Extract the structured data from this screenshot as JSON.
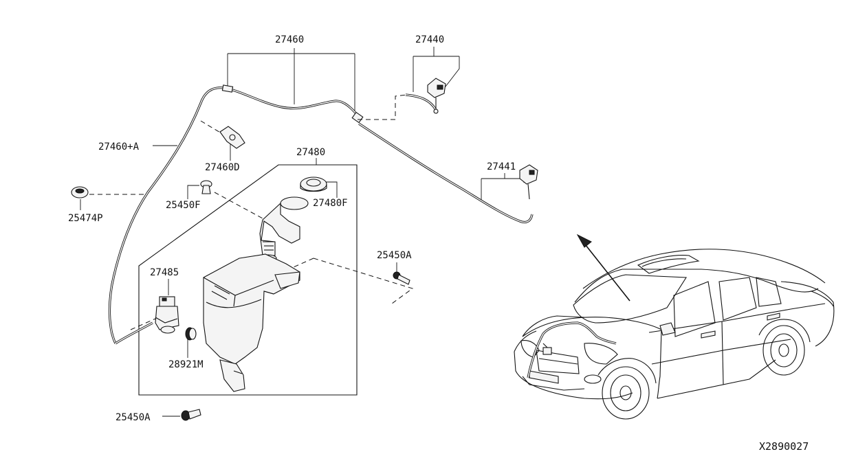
{
  "diagram": {
    "ref_code": "X2890027",
    "parts": {
      "hose_main": "27460",
      "hose_a": "27460+A",
      "clip_d": "27460D",
      "nozzle_front": "27440",
      "nozzle_rear": "27441",
      "tank_assy": "27480",
      "tank_cap": "27480F",
      "pump": "27485",
      "grommet": "28921M",
      "clip_f": "25450F",
      "bolt_a_upper": "25450A",
      "bolt_a_lower": "25450A",
      "clip_p": "25474P"
    }
  }
}
